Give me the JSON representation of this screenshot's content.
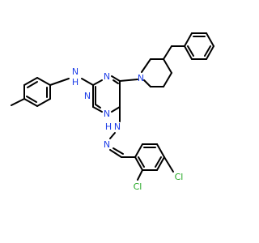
{
  "colors": {
    "carbon": "#000000",
    "nitrogen": "#1f3fe8",
    "chlorine": "#22a822",
    "background": "#ffffff"
  },
  "atoms": [
    {
      "id": "n_amine",
      "symbol": "N",
      "label": "N",
      "hydrogen": "H",
      "element": "nitrogen"
    },
    {
      "id": "n_ring1",
      "symbol": "N",
      "label": "N",
      "element": "nitrogen"
    },
    {
      "id": "n_ring2",
      "symbol": "N",
      "label": "N",
      "element": "nitrogen"
    },
    {
      "id": "n_ring3",
      "symbol": "N",
      "label": "N",
      "element": "nitrogen"
    },
    {
      "id": "n_piperidine",
      "symbol": "N",
      "label": "N",
      "element": "nitrogen"
    },
    {
      "id": "n_hydrazine1",
      "symbol": "N",
      "label": "N",
      "hydrogen": "H",
      "element": "nitrogen"
    },
    {
      "id": "n_hydrazine2",
      "symbol": "N",
      "label": "N",
      "element": "nitrogen"
    },
    {
      "id": "cl_ortho",
      "symbol": "Cl",
      "label": "Cl",
      "element": "chlorine"
    },
    {
      "id": "cl_para",
      "symbol": "Cl",
      "label": "Cl",
      "element": "chlorine"
    }
  ]
}
